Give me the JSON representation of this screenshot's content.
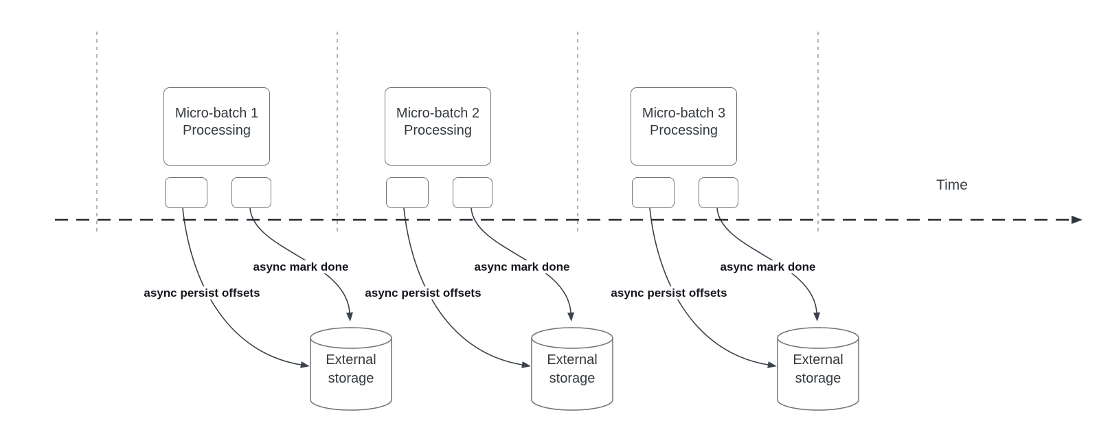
{
  "diagram": {
    "time_label": "Time",
    "lanes": [
      {
        "box_title": "Micro-batch 1\nProcessing",
        "persist_label": "async persist offsets",
        "mark_label": "async mark done",
        "storage_label": "External\nstorage"
      },
      {
        "box_title": "Micro-batch 2\nProcessing",
        "persist_label": "async persist offsets",
        "mark_label": "async mark done",
        "storage_label": "External\nstorage"
      },
      {
        "box_title": "Micro-batch 3\nProcessing",
        "persist_label": "async persist offsets",
        "mark_label": "async mark done",
        "storage_label": "External\nstorage"
      }
    ],
    "colors": {
      "background": "#ffffff",
      "shape_border": "#6f747b",
      "shape_text": "#33393f",
      "annotation_text": "#14171c",
      "arrow": "#3b414c",
      "time_axis": "#24282e",
      "lane_divider": "#b4b4b4"
    }
  }
}
